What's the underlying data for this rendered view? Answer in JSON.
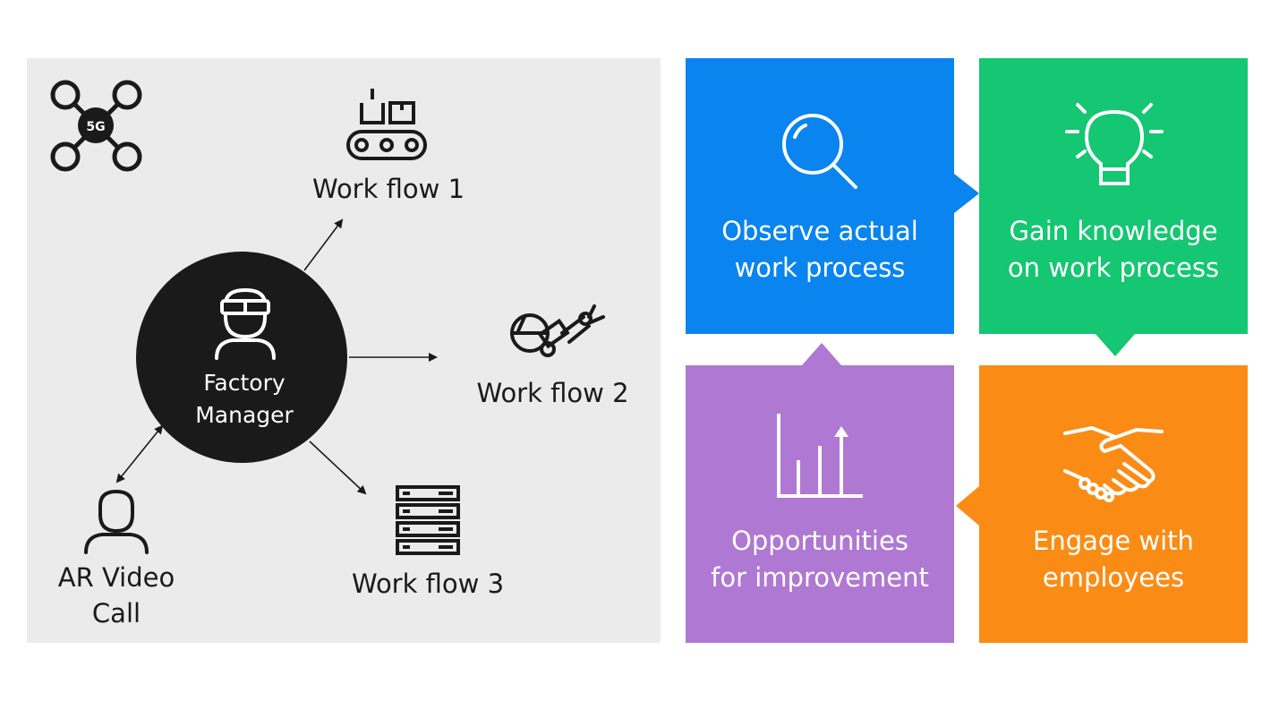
{
  "left": {
    "network_badge": "5G",
    "center_line1": "Factory",
    "center_line2": "Manager",
    "workflow1": "Work flow 1",
    "workflow2": "Work flow 2",
    "workflow3": "Work flow 3",
    "ar_line1": "AR Video",
    "ar_line2": "Call"
  },
  "cycle": {
    "observe": {
      "line1": "Observe actual",
      "line2": "work process",
      "color": "#0a84ee",
      "icon": "magnifier-icon"
    },
    "gain": {
      "line1": "Gain knowledge",
      "line2": "on work process",
      "color": "#15c672",
      "icon": "lightbulb-icon"
    },
    "engage": {
      "line1": "Engage with",
      "line2": "employees",
      "color": "#fa8c16",
      "icon": "handshake-icon"
    },
    "opportunities": {
      "line1": "Opportunities",
      "line2": "for improvement",
      "color": "#af78d2",
      "icon": "bar-chart-icon"
    }
  }
}
